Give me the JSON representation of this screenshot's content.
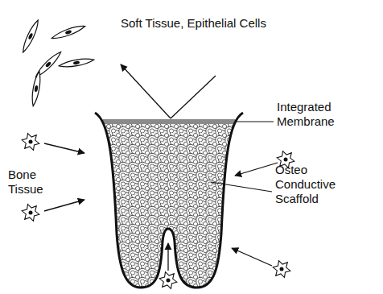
{
  "diagram": {
    "labels": [
      "Soft Tissue, Epithelial Cells",
      "Integrated Membrane",
      "Bone Tissue",
      "Osteo Conductive Scaffold"
    ]
  }
}
